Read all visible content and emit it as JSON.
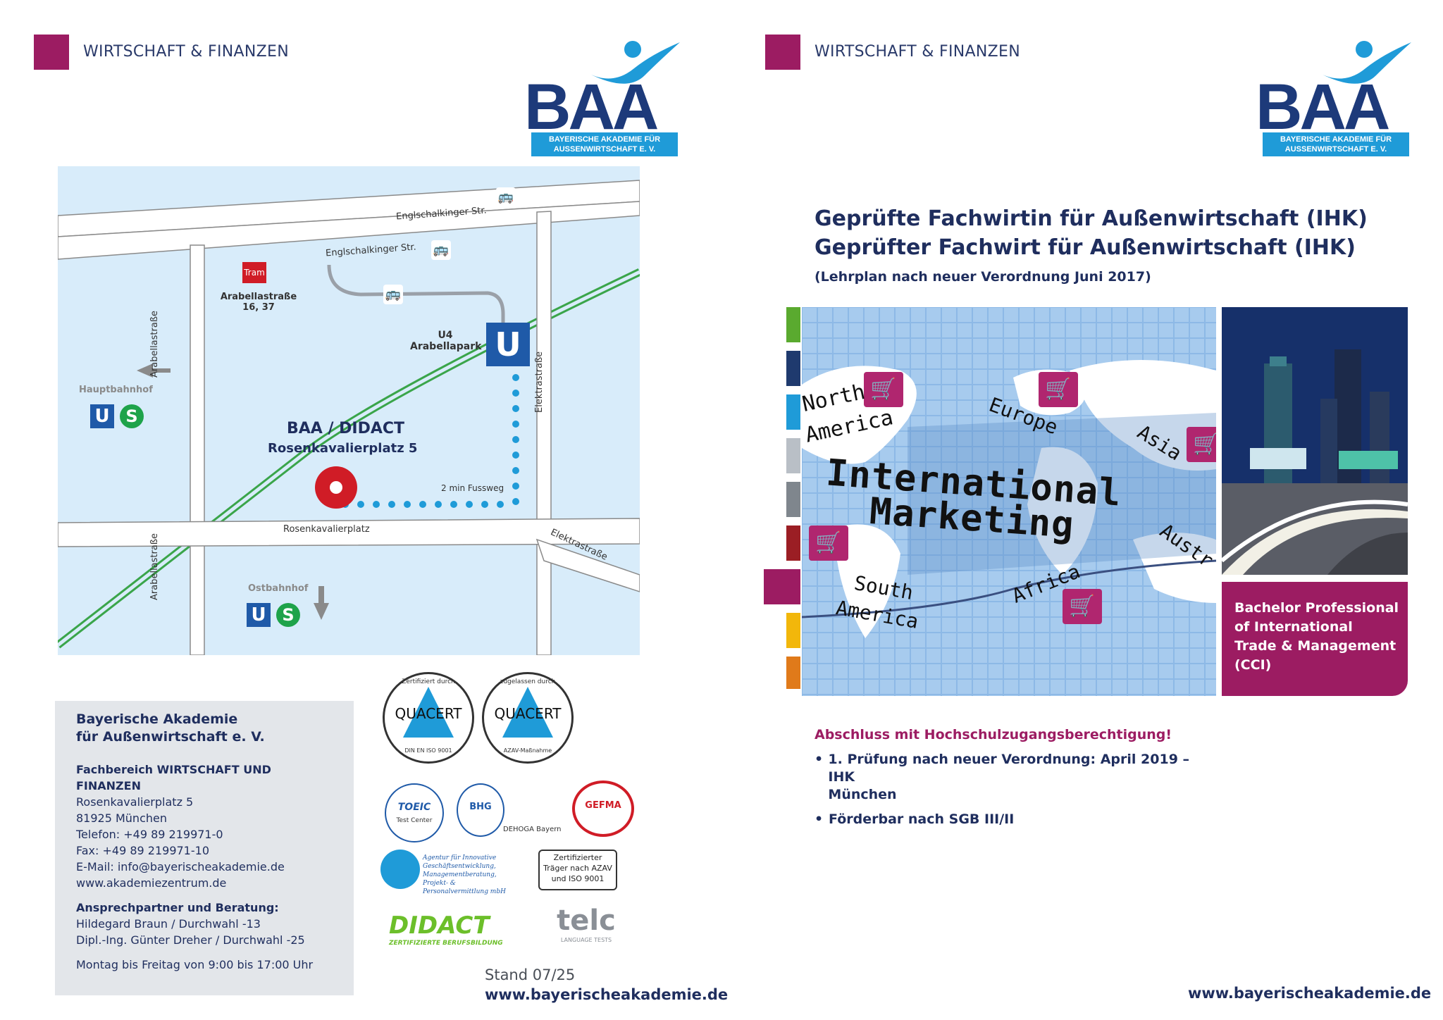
{
  "category": "WIRTSCHAFT & FINANZEN",
  "logo": {
    "name": "BAA",
    "band_line1": "BAYERISCHE AKADEMIE FÜR",
    "band_line2": "AUSSENWIRTSCHAFT E. V."
  },
  "map": {
    "street_top1": "Englschalkinger Str.",
    "street_top2": "Englschalkinger Str.",
    "tram_label": "Tram",
    "tram_stop": "Arabellastraße",
    "tram_lines": "16, 37",
    "street_left": "Arabellastraße",
    "street_left2": "Arabellastraße",
    "ubahn_line": "U4",
    "ubahn_stop": "Arabellapark",
    "ubahn_letter": "U",
    "sbahn_letter": "S",
    "street_right": "Elektrastraße",
    "street_right2": "Elektrastraße",
    "hauptbahnhof": "Hauptbahnhof",
    "ostbahnhof": "Ostbahnhof",
    "location_name": "BAA / DIDACT",
    "location_address": "Rosenkavalierplatz 5",
    "walk": "2 min Fussweg",
    "street_bottom": "Rosenkavalierplatz"
  },
  "contact": {
    "org_line1": "Bayerische Akademie",
    "org_line2": "für Außenwirtschaft e. V.",
    "department": "Fachbereich WIRTSCHAFT UND FINANZEN",
    "street": "Rosenkavalierplatz 5",
    "city": "81925 München",
    "phone": "Telefon:  +49 89 219971-0",
    "fax": "Fax:        +49 89 219971-10",
    "email": "E-Mail:  info@bayerischeakademie.de",
    "web": "www.akademiezentrum.de",
    "contacts_heading": "Ansprechpartner und Beratung:",
    "contact1": "Hildegard Braun / Durchwahl -13",
    "contact2": "Dipl.-Ing. Günter Dreher / Durchwahl -25",
    "hours": "Montag bis Freitag von 9:00 bis 17:00 Uhr"
  },
  "certs": {
    "quacert": "QUACERT",
    "quacert1_ring_top": "Zertifiziert durch",
    "quacert1_ring_bottom": "DIN EN ISO 9001",
    "quacert2_ring_top": "zugelassen durch",
    "quacert2_ring_bottom": "AZAV-Maßnahme",
    "toeic": "TOEIC",
    "toeic_sub": "Test Center",
    "bhg": "BHG",
    "dehoga": "DEHOGA Bayern",
    "gefma": "GEFMA",
    "agm_text": "Agentur für Innovative Geschäftsentwicklung, Managementberatung, Projekt- & Personalvermittlung mbH",
    "azav_line1": "Zertifizierter",
    "azav_line2": "Träger nach AZAV",
    "azav_line3": "und ISO 9001",
    "didact": "DIDACT",
    "didact_sub": "ZERTIFIZIERTE BERUFSBILDUNG",
    "telc": "telc",
    "telc_sub": "LANGUAGE TESTS"
  },
  "stand": "Stand 07/25",
  "website": "www.bayerischeakademie.de",
  "course": {
    "title1": "Geprüfte Fachwirtin für Außenwirtschaft (IHK)",
    "title2": "Geprüfter Fachwirt für Außenwirtschaft (IHK)",
    "subtitle": "(Lehrplan nach neuer Verordnung Juni 2017)",
    "graphic_main1": "International",
    "graphic_main2": "Marketing",
    "regions": [
      "North",
      "America",
      "Europe",
      "Asia",
      "Austr",
      "South",
      "America",
      "Africa"
    ],
    "bachelor_line1": "Bachelor Professional",
    "bachelor_line2": "of International",
    "bachelor_line3": "Trade & Management",
    "bachelor_line4": "(CCI)",
    "highlight": "Abschluss mit Hochschulzugangsberechtigung!",
    "bullet1_line1": "1. Prüfung nach neuer Verordnung: April 2019 – IHK",
    "bullet1_line2": "München",
    "bullet2": "Förderbar nach SGB III/II"
  },
  "colors": {
    "accent": "#9c1c62",
    "navy": "#1f2e5e",
    "sky": "#1f9bd8",
    "map_bg": "#d8ecfa",
    "green_rail": "#3aa54a"
  },
  "color_bar": [
    "#5aaa2f",
    "#1f3a6e",
    "#1f9bd8",
    "#b9bfc6",
    "#7f868d",
    "#9b1e24",
    "#9c1c62",
    "#f2b70b",
    "#e07a1a"
  ]
}
